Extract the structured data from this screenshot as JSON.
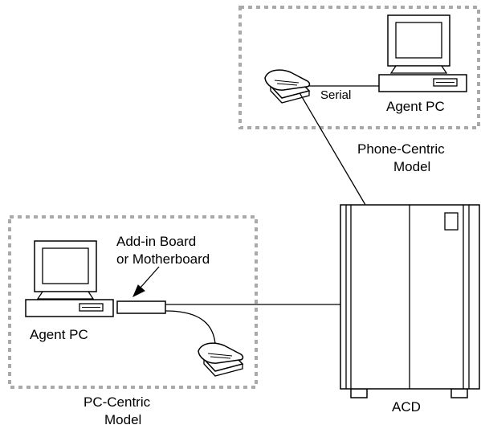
{
  "diagram": {
    "phone_centric": {
      "serial_label": "Serial",
      "agent_pc_label": "Agent PC",
      "title_line1": "Phone-Centric",
      "title_line2": "Model"
    },
    "pc_centric": {
      "board_label_line1": "Add-in Board",
      "board_label_line2": "or Motherboard",
      "agent_pc_label": "Agent PC",
      "title_line1": "PC-Centric",
      "title_line2": "Model"
    },
    "acd_label": "ACD"
  }
}
